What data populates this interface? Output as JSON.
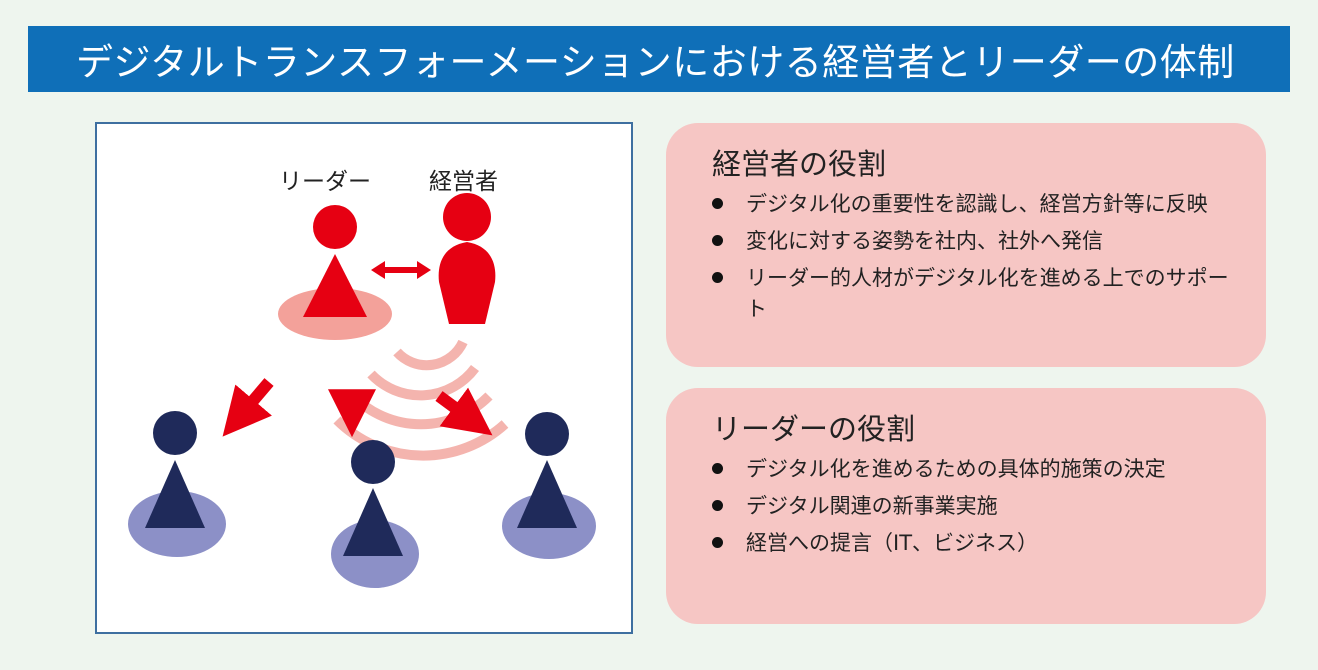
{
  "title": "デジタルトランスフォーメーションにおける経営者とリーダーの体制",
  "diagram": {
    "leader_label": "リーダー",
    "executive_label": "経営者",
    "colors": {
      "red": "#e60012",
      "halo": "#f3a19a",
      "wave": "#f4b4ae",
      "navy": "#1f2a5a",
      "member_base": "#8c90c7"
    }
  },
  "executive_box": {
    "title": "経営者の役割",
    "items": [
      "デジタル化の重要性を認識し、経営方針等に反映",
      "変化に対する姿勢を社内、社外へ発信",
      "リーダー的人材がデジタル化を進める上でのサポート"
    ]
  },
  "leader_box": {
    "title": "リーダーの役割",
    "items": [
      "デジタル化を進めるための具体的施策の決定",
      "デジタル関連の新事業実施",
      "経営への提言（IT、ビジネス）"
    ]
  }
}
